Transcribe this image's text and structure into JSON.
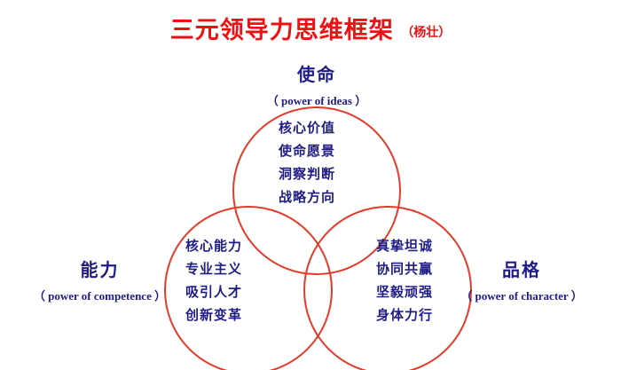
{
  "title": {
    "main": "三元领导力思维框架",
    "author": "（杨壮）"
  },
  "colors": {
    "title_red": "#ee1111",
    "circle_red": "#e43a2a",
    "text_navy": "#1f1d85",
    "background": "#ffffff"
  },
  "circles": [
    {
      "id": "mission",
      "label": "使命",
      "sub": "（ power of ideas ）",
      "items": [
        "核心价值",
        "使命愿景",
        "洞察判断",
        "战略方向"
      ]
    },
    {
      "id": "competence",
      "label": "能力",
      "sub": "（ power of competence ）",
      "items": [
        "核心能力",
        "专业主义",
        "吸引人才",
        "创新变革"
      ]
    },
    {
      "id": "character",
      "label": "品格",
      "sub": "（ power of character ）",
      "items": [
        "真挚坦诚",
        "协同共赢",
        "坚毅顽强",
        "身体力行"
      ]
    }
  ]
}
